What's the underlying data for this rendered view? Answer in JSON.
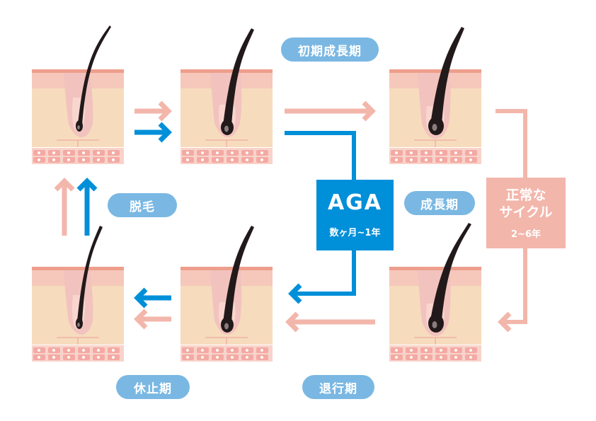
{
  "labels": {
    "early_anagen": "初期成長期",
    "anagen": "成長期",
    "catagen": "退行期",
    "telogen": "休止期",
    "shedding": "脱毛"
  },
  "aga": {
    "title": "AGA",
    "duration": "数ヶ月~1年"
  },
  "normal_cycle": {
    "line1": "正常な",
    "line2": "サイクル",
    "duration": "2~6年"
  },
  "colors": {
    "aga_blue": "#008fd9",
    "normal_pink": "#f3b6ab",
    "label_blue": "#7ab8e3",
    "hair": "#22191a",
    "skin_top": "#f0a996",
    "skin_pink": "#f6c7bb",
    "dermis": "#f6dcbd",
    "follicle_pink": "#f2c3be",
    "cell_pink": "#f4a9a2"
  },
  "hair_stages": [
    {
      "id": "telogen-end",
      "label_key": "shedding"
    },
    {
      "id": "early-anagen",
      "label_key": "early_anagen"
    },
    {
      "id": "anagen",
      "label_key": "anagen"
    },
    {
      "id": "catagen-late",
      "label_key": "catagen"
    },
    {
      "id": "catagen-early",
      "label_key": "catagen"
    },
    {
      "id": "telogen",
      "label_key": "telogen"
    }
  ]
}
